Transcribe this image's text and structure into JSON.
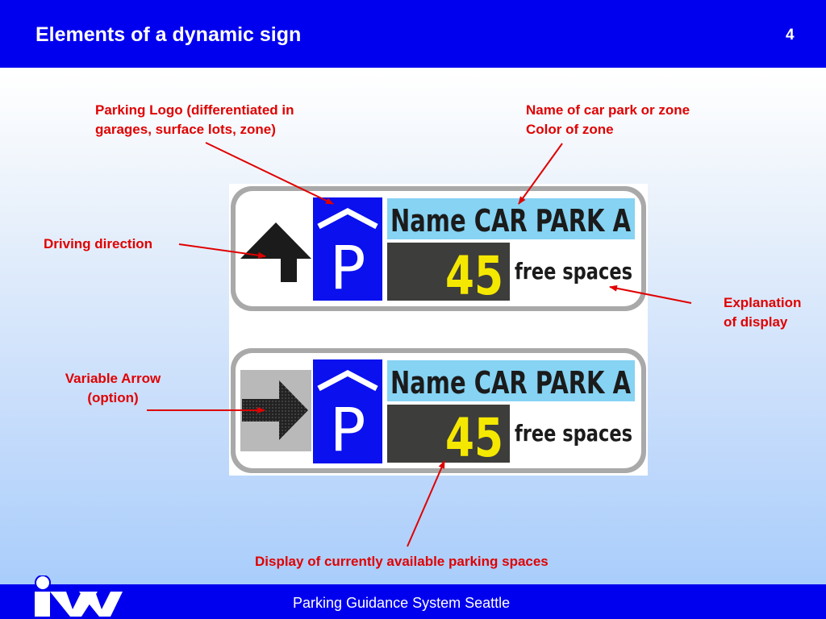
{
  "header": {
    "title": "Elements of a dynamic sign",
    "page_number": "4"
  },
  "annotations": {
    "parking_logo": [
      "Parking Logo (differentiated in",
      "garages, surface lots, zone)"
    ],
    "name_of_car_park": [
      "Name of car park or zone",
      "Color of zone"
    ],
    "driving_direction": "Driving direction",
    "explanation": [
      "Explanation",
      "of display"
    ],
    "variable_arrow": [
      "Variable Arrow",
      "(option)"
    ],
    "display_spaces": "Display of currently available parking spaces"
  },
  "sign": {
    "name": "Name CAR PARK A",
    "count": "45",
    "unit": "free spaces",
    "parking_letter": "P"
  },
  "footer": {
    "logo_text": "ivv",
    "text": "Parking Guidance System Seattle"
  },
  "colors": {
    "header_blue": "#0000ee",
    "annotation_red": "#e00000",
    "sign_blue": "#0a10ee",
    "name_bar_cyan": "#86d3f3",
    "digit_yellow": "#f5e800",
    "display_dark": "#3d3d3b"
  },
  "icons": [
    "up-arrow-icon",
    "right-arrow-icon",
    "parking-garage-icon",
    "ivv-logo"
  ]
}
